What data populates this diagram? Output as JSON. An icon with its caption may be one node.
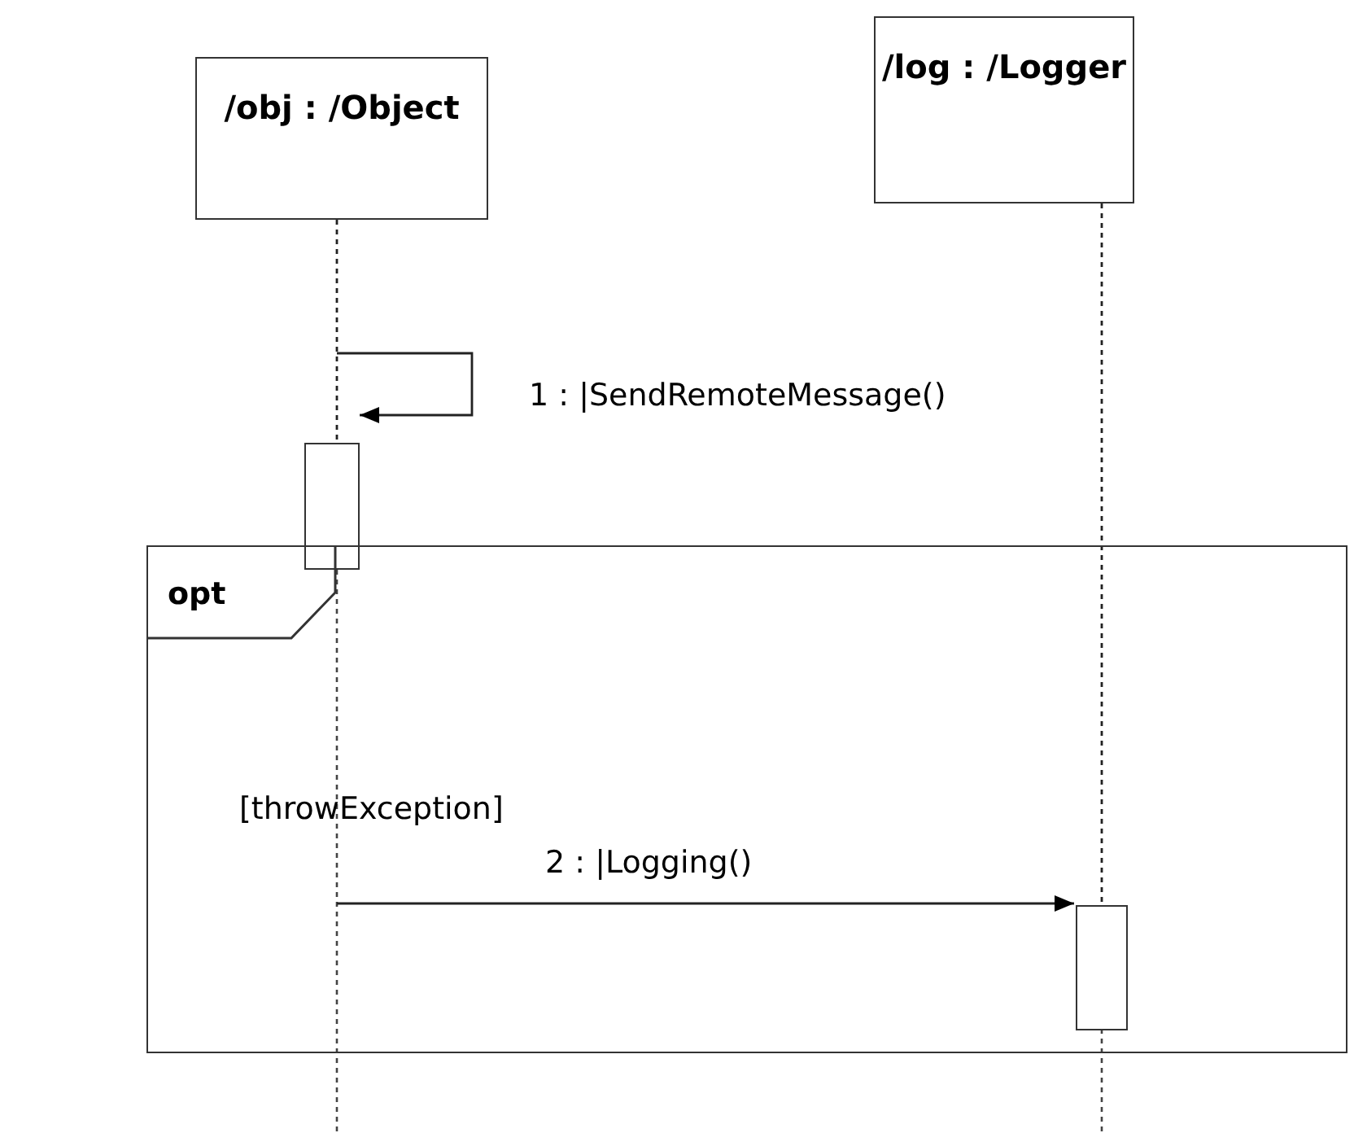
{
  "diagram": {
    "nodes": [
      {
        "text": [
          "/obj : /Object"
        ]
      },
      {
        "text": [
          "/log : /Logger"
        ]
      },
      {
        "text": [],
        "shape": "bar"
      },
      {
        "text": [
          "opt",
          "[throwException]"
        ]
      },
      {
        "text": [],
        "shape": "bar",
        "in": 3
      }
    ],
    "edges": [
      {
        "from": 0,
        "to": 2,
        "arrow": "none",
        "style": "dashed"
      },
      {
        "from": 1,
        "to": 4,
        "arrow": "none",
        "style": "dashed"
      },
      {
        "from": null,
        "to": 2,
        "arrow": "to",
        "label": "1 : |SendRemoteMessage()"
      },
      {
        "from": null,
        "to": 4,
        "arrow": "to",
        "label": "2 : |Logging()"
      }
    ]
  }
}
